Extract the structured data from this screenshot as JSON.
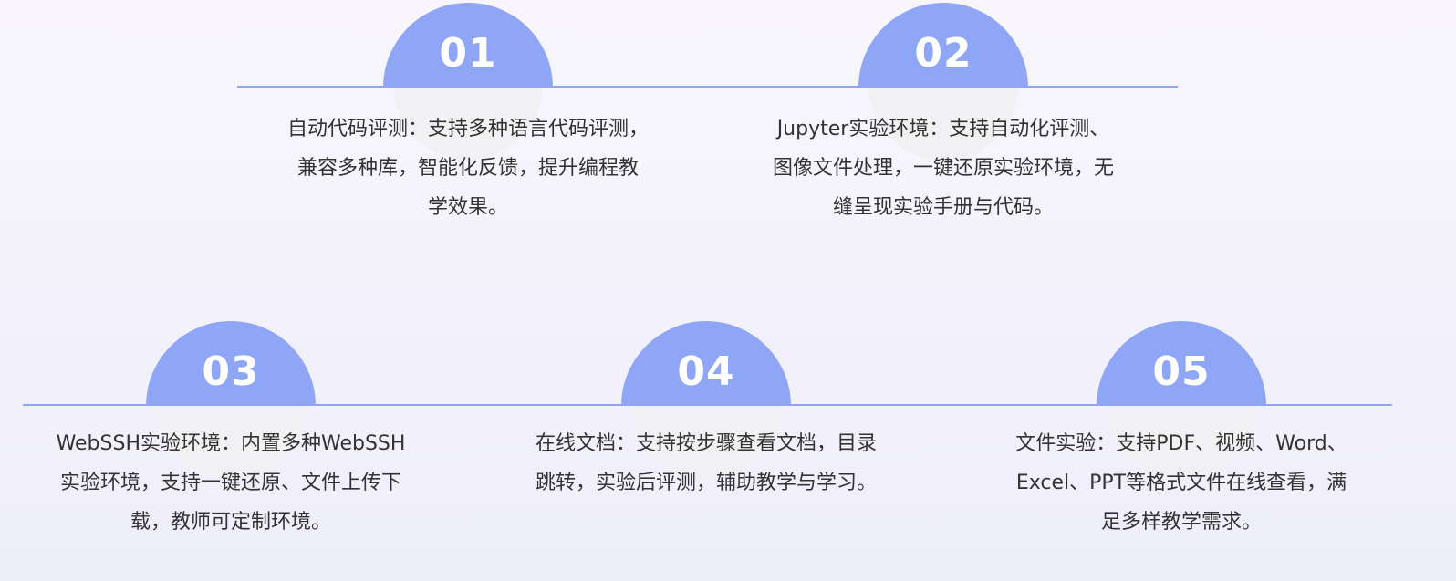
{
  "theme": {
    "accent": "#8fa5f5",
    "text": "#333333",
    "badge_text": "#ffffff",
    "shadow_circle": "#f1f1f4",
    "background_top": "#f8f6fc",
    "background_bottom": "#eeeefb"
  },
  "features": [
    {
      "number": "01",
      "lines": [
        "自动代码评测：支持多种语言代码评测，",
        "兼容多种库，智能化反馈，提升编程教",
        "学效果。"
      ]
    },
    {
      "number": "02",
      "lines": [
        "Jupyter实验环境：支持自动化评测、",
        "图像文件处理，一键还原实验环境，无",
        "缝呈现实验手册与代码。"
      ]
    },
    {
      "number": "03",
      "lines": [
        "WebSSH实验环境：内置多种WebSSH",
        "实验环境，支持一键还原、文件上传下",
        "载，教师可定制环境。"
      ]
    },
    {
      "number": "04",
      "lines": [
        "在线文档：支持按步骤查看文档，目录",
        "跳转，实验后评测，辅助教学与学习。"
      ]
    },
    {
      "number": "05",
      "lines": [
        "文件实验：支持PDF、视频、Word、",
        "Excel、PPT等格式文件在线查看，满",
        "足多样教学需求。"
      ]
    }
  ]
}
